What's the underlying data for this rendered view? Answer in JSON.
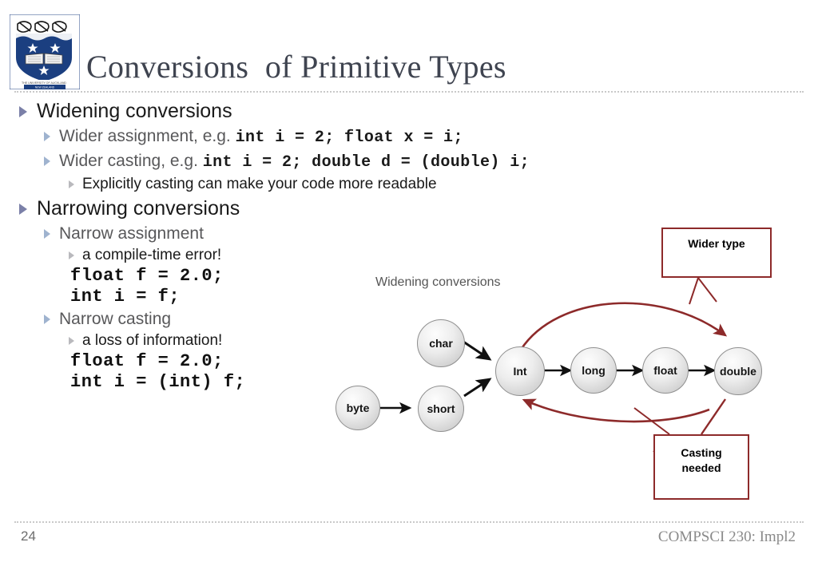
{
  "header": {
    "title": "Conversions  of Primitive Types",
    "logo_name": "university-of-auckland-crest",
    "logo_text_top": "THE UNIVERSITY OF AUCKLAND",
    "logo_text_bottom": "NEW ZEALAND"
  },
  "bullets": {
    "widening_heading": "Widening conversions",
    "wider_assignment_label": "Wider assignment, e.g.",
    "wider_assignment_code": "int i = 2; float x = i;",
    "wider_casting_label": "Wider casting, e.g.",
    "wider_casting_code": "int i = 2; double d = (double) i;",
    "explicit_note": "Explicitly casting can make your code more readable",
    "narrowing_heading": "Narrowing conversions",
    "narrow_assignment_label": "Narrow  assignment",
    "narrow_assignment_note": "a compile-time error!",
    "narrow_assignment_code": "float f = 2.0;\nint i = f;",
    "narrow_casting_label": "Narrow  casting",
    "narrow_casting_note": "a loss of information!",
    "narrow_casting_code": "float f = 2.0;\nint i = (int) f;"
  },
  "diagram": {
    "caption": "Widening conversions",
    "nodes": [
      {
        "id": "byte",
        "label": "byte"
      },
      {
        "id": "short",
        "label": "short"
      },
      {
        "id": "char",
        "label": "char"
      },
      {
        "id": "int",
        "label": "Int"
      },
      {
        "id": "long",
        "label": "long"
      },
      {
        "id": "float",
        "label": "float"
      },
      {
        "id": "double",
        "label": "double"
      }
    ],
    "callout_wider": "Wider type",
    "callout_casting": "Casting\nneeded",
    "arrow_color_black": "#111111",
    "arrow_color_red": "#8d2a2a"
  },
  "footer": {
    "page_number": "24",
    "course": "COMPSCI 230: Impl2"
  },
  "colors": {
    "title": "#3f4450",
    "bullet_level1": "#7b80a8",
    "bullet_level2": "#9fb3cf",
    "bullet_level3": "#b9b9bd",
    "crest_blue": "#1b3f80",
    "callout_border": "#8d2a2a"
  }
}
